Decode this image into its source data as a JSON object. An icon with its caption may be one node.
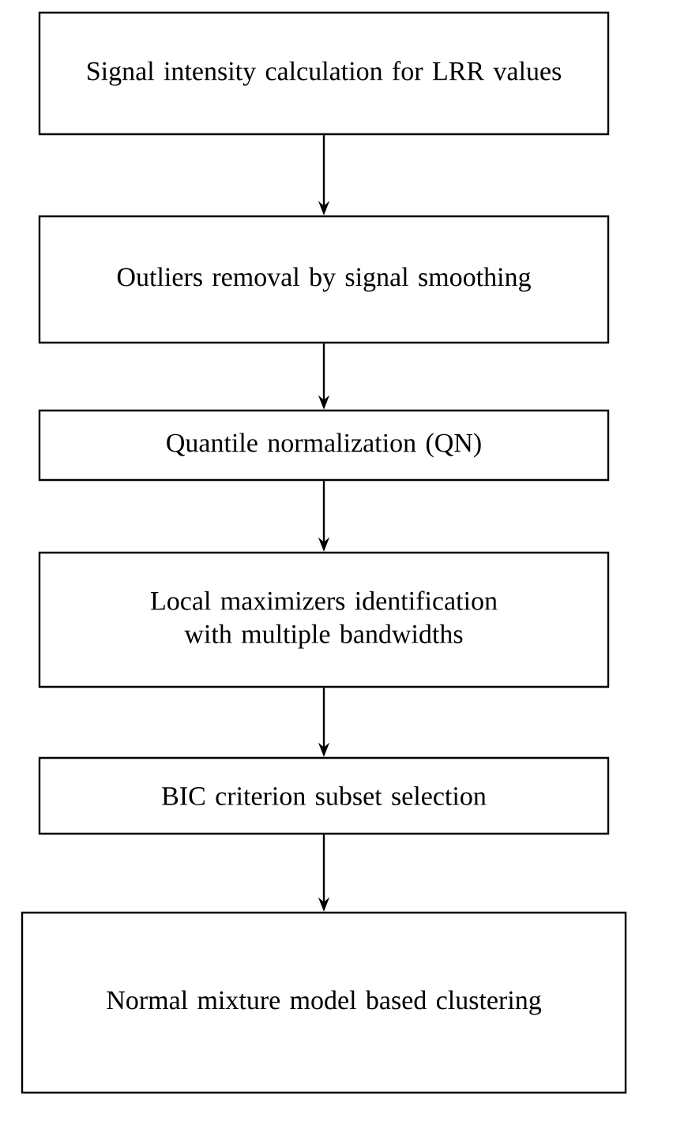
{
  "diagram": {
    "nodes": [
      {
        "text": [
          "Signal intensity calculation for LRR values"
        ]
      },
      {
        "text": [
          "Outliers removal by signal smoothing"
        ]
      },
      {
        "text": [
          "Quantile normalization (QN)"
        ]
      },
      {
        "text": [
          "Local maximizers identification with multiple bandwidths"
        ]
      },
      {
        "text": [
          "BIC criterion subset selection"
        ]
      },
      {
        "text": [
          "Normal mixture model based clustering"
        ]
      }
    ],
    "edges": [
      {
        "from": 0,
        "to": 1,
        "arrow": "to"
      },
      {
        "from": 1,
        "to": 2,
        "arrow": "to"
      },
      {
        "from": 2,
        "to": 3,
        "arrow": "to"
      },
      {
        "from": 3,
        "to": 4,
        "arrow": "to"
      },
      {
        "from": 4,
        "to": 5,
        "arrow": "to"
      }
    ]
  }
}
